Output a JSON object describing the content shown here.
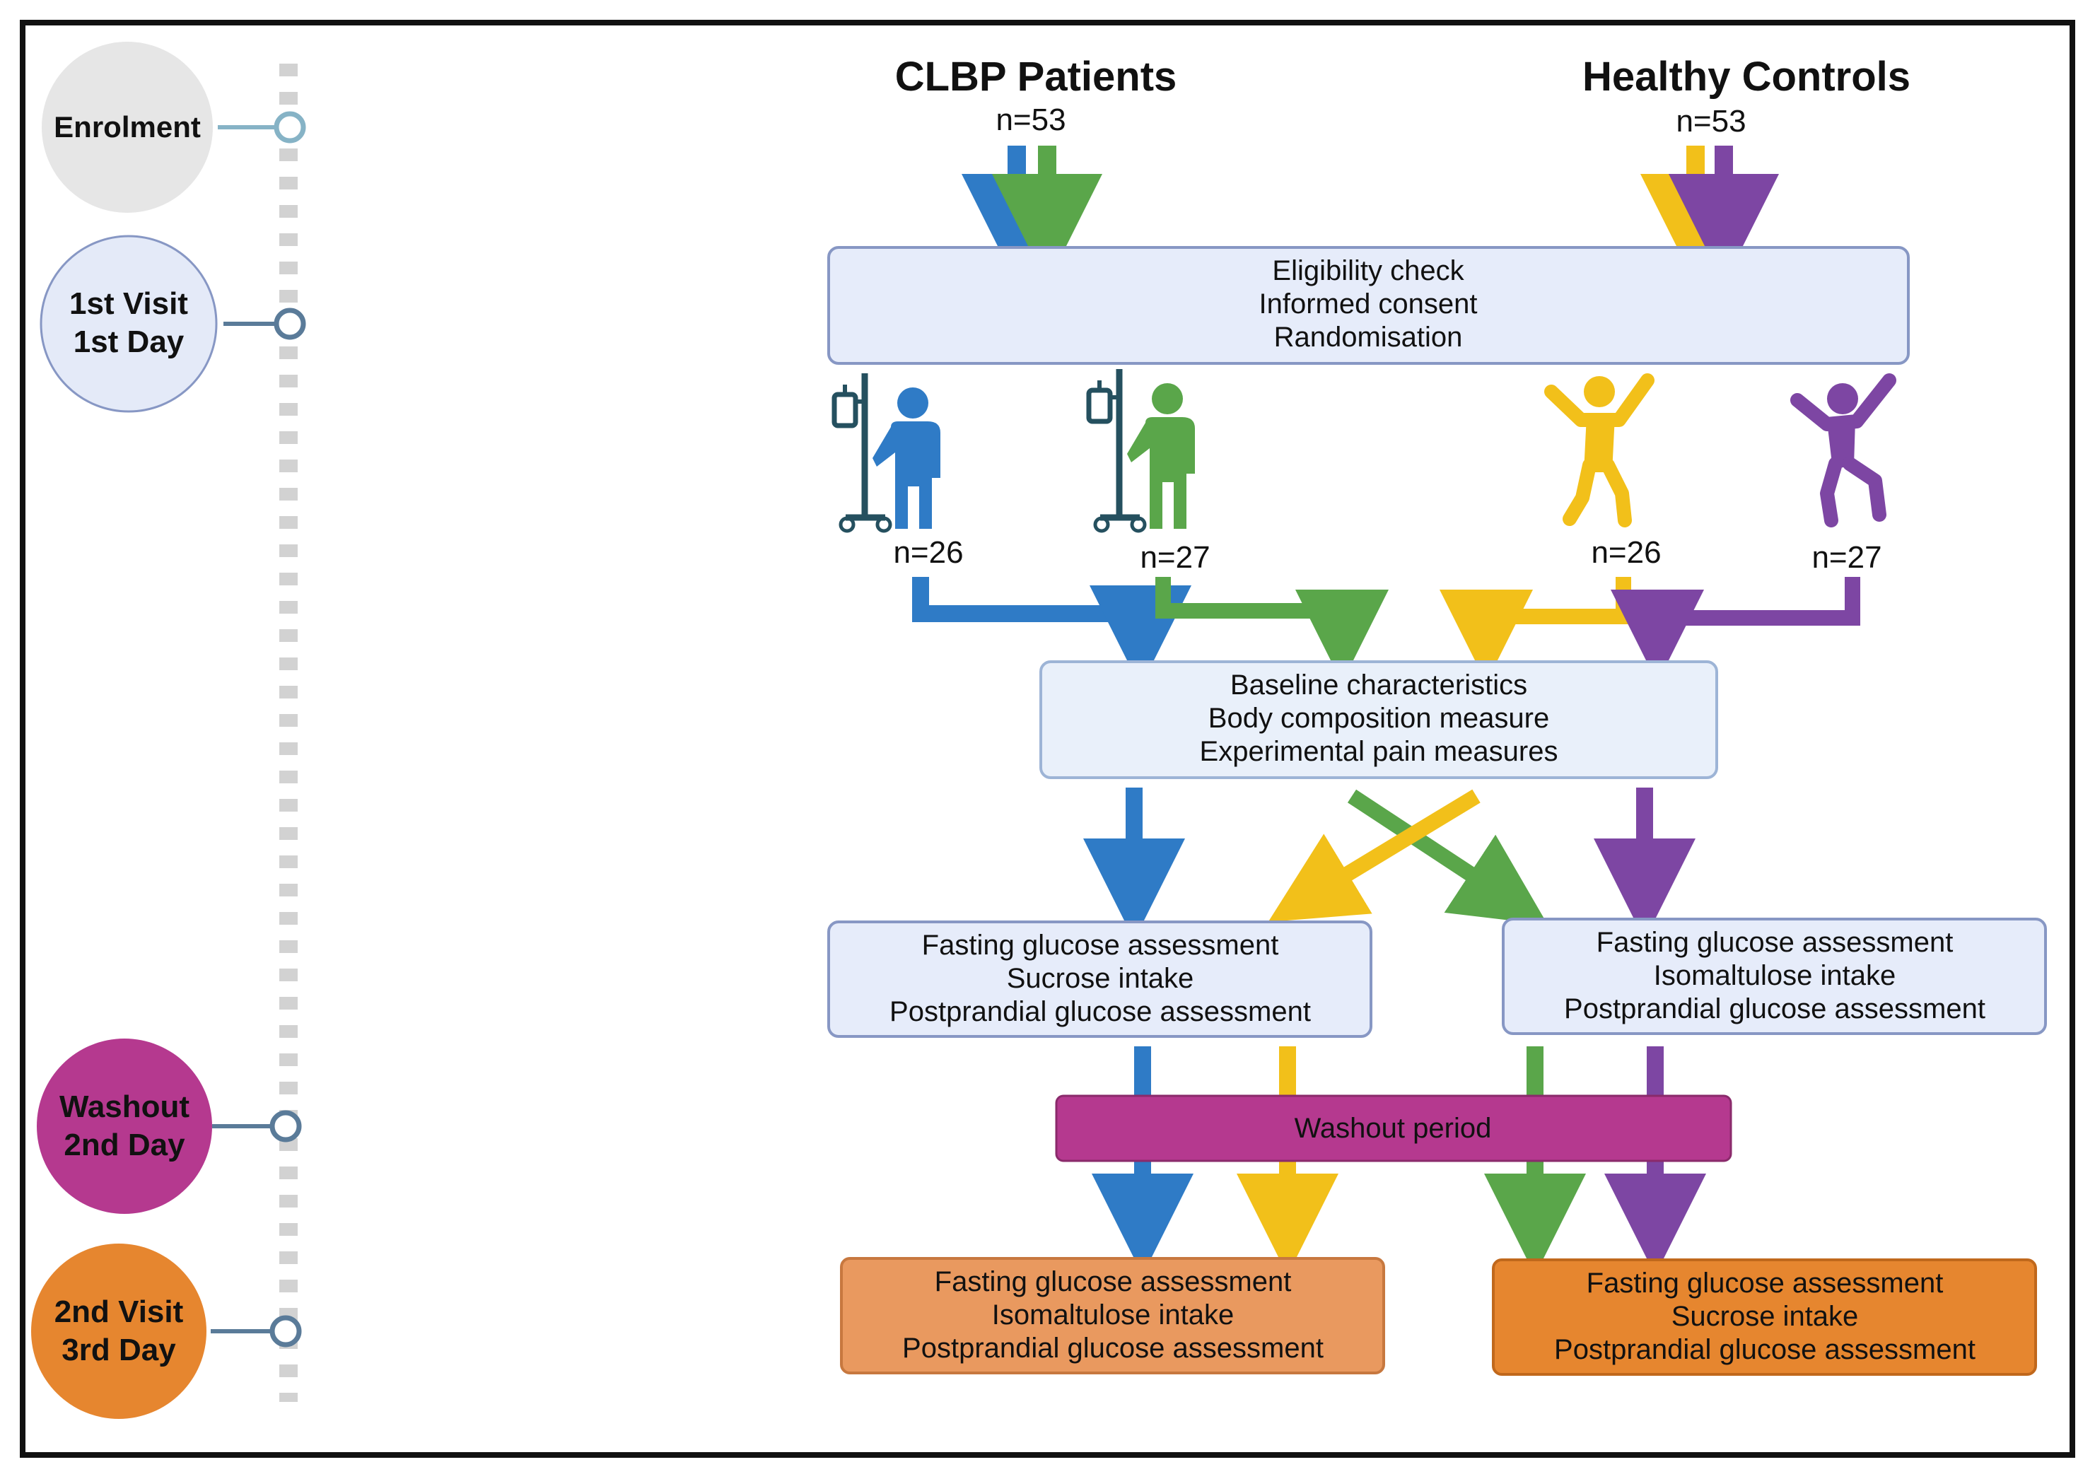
{
  "timeline": {
    "stages": [
      {
        "label_line1": "Enrolment",
        "label_line2": "",
        "color": "#e6e6e6",
        "text_color": "#1a1a1a"
      },
      {
        "label_line1": "1st Visit",
        "label_line2": "1st Day",
        "color": "#e4eaf8",
        "text_color": "#1a1a1a"
      },
      {
        "label_line1": "Washout",
        "label_line2": "2nd Day",
        "color": "#b5398f",
        "text_color": "#ffffff"
      },
      {
        "label_line1": "2nd Visit",
        "label_line2": "3rd Day",
        "color": "#e6862f",
        "text_color": "#1a1a1a"
      }
    ]
  },
  "groups": {
    "clbp": {
      "title": "CLBP Patients",
      "n": "n=53"
    },
    "healthy": {
      "title": "Healthy Controls",
      "n": "n=53"
    }
  },
  "subgroups": [
    {
      "n": "n=26",
      "icon": "patient-iv-icon",
      "color": "#2f7bc6"
    },
    {
      "n": "n=27",
      "icon": "patient-iv-icon",
      "color": "#5aa64a"
    },
    {
      "n": "n=26",
      "icon": "jumping-person-icon",
      "color": "#f2c01a"
    },
    {
      "n": "n=27",
      "icon": "jumping-person-icon",
      "color": "#7d46a3"
    }
  ],
  "boxes": {
    "eligibility": [
      "Eligibility check",
      "Informed consent",
      "Randomisation"
    ],
    "baseline": [
      "Baseline characteristics",
      "Body composition measure",
      "Experimental pain measures"
    ],
    "visit1_left": [
      "Fasting glucose assessment",
      "Sucrose intake",
      "Postprandial glucose assessment"
    ],
    "visit1_right": [
      "Fasting glucose assessment",
      "Isomaltulose intake",
      "Postprandial glucose assessment"
    ],
    "washout": "Washout period",
    "visit2_left": [
      "Fasting glucose assessment",
      "Isomaltulose intake",
      "Postprandial glucose assessment"
    ],
    "visit2_right": [
      "Fasting glucose assessment",
      "Sucrose intake",
      "Postprandial glucose assessment"
    ]
  },
  "colors": {
    "blue": "#2f7bc6",
    "green": "#5aa64a",
    "yellow": "#f2c01a",
    "purple": "#7d46a3",
    "box_fill": "#e6ecfa",
    "box_stroke": "#8797c4",
    "washout": "#b5398f",
    "visit2_left_fill": "#e9995f",
    "visit2_right_fill": "#e6862f"
  }
}
